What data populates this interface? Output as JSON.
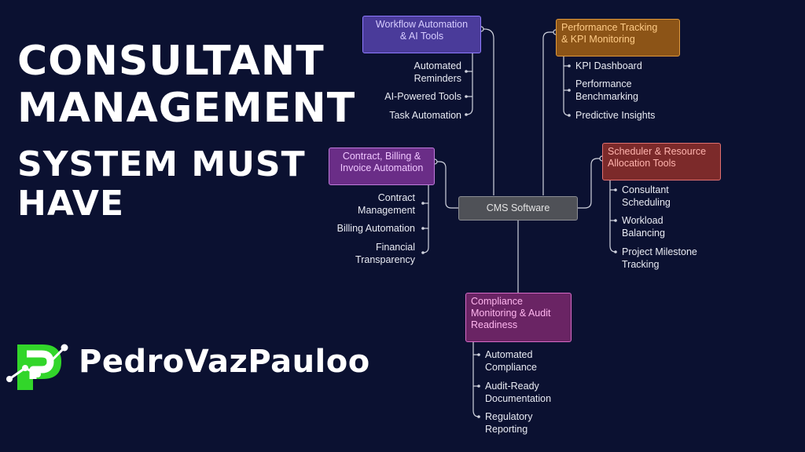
{
  "title": {
    "line1": "CONSULTANT",
    "line2": "MANAGEMENT",
    "line3": "SYSTEM MUST",
    "line4": "HAVE"
  },
  "center": {
    "label": "CMS Software"
  },
  "branches": {
    "workflow": {
      "title": "Workflow Automation\n& AI Tools",
      "items": [
        "Automated\nReminders",
        "AI-Powered Tools",
        "Task Automation"
      ]
    },
    "performance": {
      "title": "Performance Tracking\n& KPI Monitoring",
      "items": [
        "KPI Dashboard",
        "Performance\nBenchmarking",
        "Predictive Insights"
      ]
    },
    "contract": {
      "title": "Contract, Billing &\nInvoice Automation",
      "items": [
        "Contract\nManagement",
        "Billing Automation",
        "Financial\nTransparency"
      ]
    },
    "scheduler": {
      "title": "Scheduler & Resource\nAllocation Tools",
      "items": [
        "Consultant\nScheduling",
        "Workload\nBalancing",
        "Project Milestone\nTracking"
      ]
    },
    "compliance": {
      "title": "Compliance\nMonitoring & Audit\nReadiness",
      "items": [
        "Automated\nCompliance",
        "Audit-Ready\nDocumentation",
        "Regulatory\nReporting"
      ]
    }
  },
  "brand": {
    "name": "PedroVazPauloo"
  },
  "colors": {
    "background": "#0b1131",
    "logo_green": "#32d62a",
    "connector": "#d0d3de"
  }
}
